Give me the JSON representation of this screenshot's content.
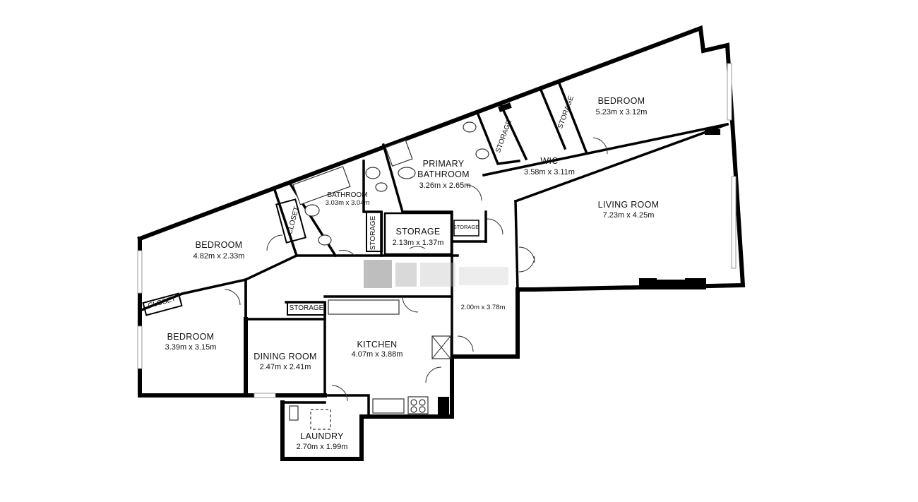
{
  "floor_plan": {
    "rooms": [
      {
        "id": "bedroom-right",
        "name": "BEDROOM",
        "dims": "5.23m x 3.12m"
      },
      {
        "id": "primary-bathroom",
        "name_line1": "PRIMARY",
        "name_line2": "BATHROOM",
        "dims": "3.26m x 2.65m"
      },
      {
        "id": "storage-a",
        "name": "STORAGE"
      },
      {
        "id": "wic",
        "name": "WIC",
        "dims": "3.58m x 3.11m"
      },
      {
        "id": "storage-b",
        "name": "STORAGE"
      },
      {
        "id": "bathroom",
        "name": "BATHROOM",
        "dims": "3.03m x 3.04m"
      },
      {
        "id": "living-room",
        "name": "LIVING ROOM",
        "dims": "7.23m x 4.25m"
      },
      {
        "id": "closet-a",
        "name": "CLOSET"
      },
      {
        "id": "bedroom-left",
        "name": "BEDROOM",
        "dims": "4.82m x 2.33m"
      },
      {
        "id": "storage-c",
        "name": "STORAGE"
      },
      {
        "id": "storage-main",
        "name": "STORAGE",
        "dims": "2.13m x 1.37m"
      },
      {
        "id": "storage-d",
        "name": "STORAGE"
      },
      {
        "id": "closet-b",
        "name": "CLOSET"
      },
      {
        "id": "storage-e",
        "name": "STORAGE"
      },
      {
        "id": "hall",
        "dims": "2.00m x 3.78m"
      },
      {
        "id": "bedroom-lower",
        "name": "BEDROOM",
        "dims": "3.39m x 3.15m"
      },
      {
        "id": "dining-room",
        "name": "DINING ROOM",
        "dims": "2.47m x 2.41m"
      },
      {
        "id": "kitchen",
        "name": "KITCHEN",
        "dims": "4.07m x 3.88m"
      },
      {
        "id": "laundry",
        "name": "LAUNDRY",
        "dims": "2.70m x 1.99m"
      }
    ]
  }
}
